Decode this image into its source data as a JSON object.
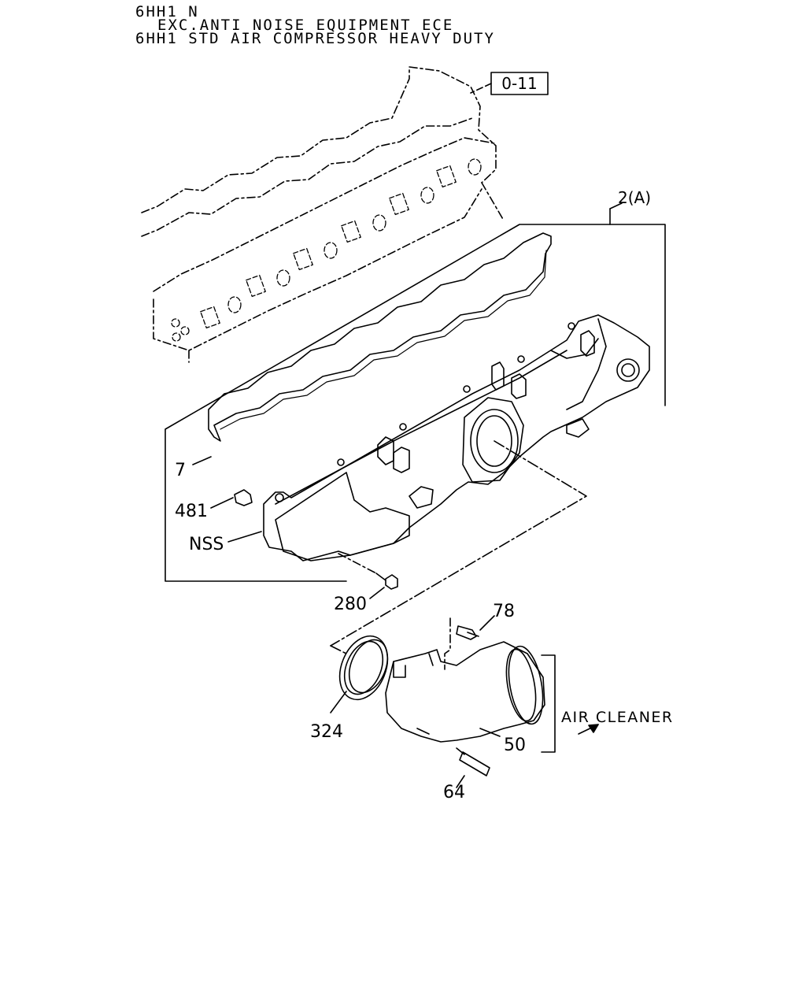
{
  "header": {
    "line1": "6HH1 N",
    "line2": "EXC.ANTI NOISE EQUIPMENT ECE",
    "line3": "6HH1 STD AIR COMPRESSOR HEAVY DUTY"
  },
  "reference_box": "0-11",
  "callouts": {
    "assembly": "2(A)",
    "gasket": "7",
    "plug": "481",
    "nss": "NSS",
    "bolt": "280",
    "bolt_upper": "78",
    "ring": "324",
    "duct": "50",
    "stud": "64"
  },
  "air_cleaner_label": "AIR CLEANER"
}
